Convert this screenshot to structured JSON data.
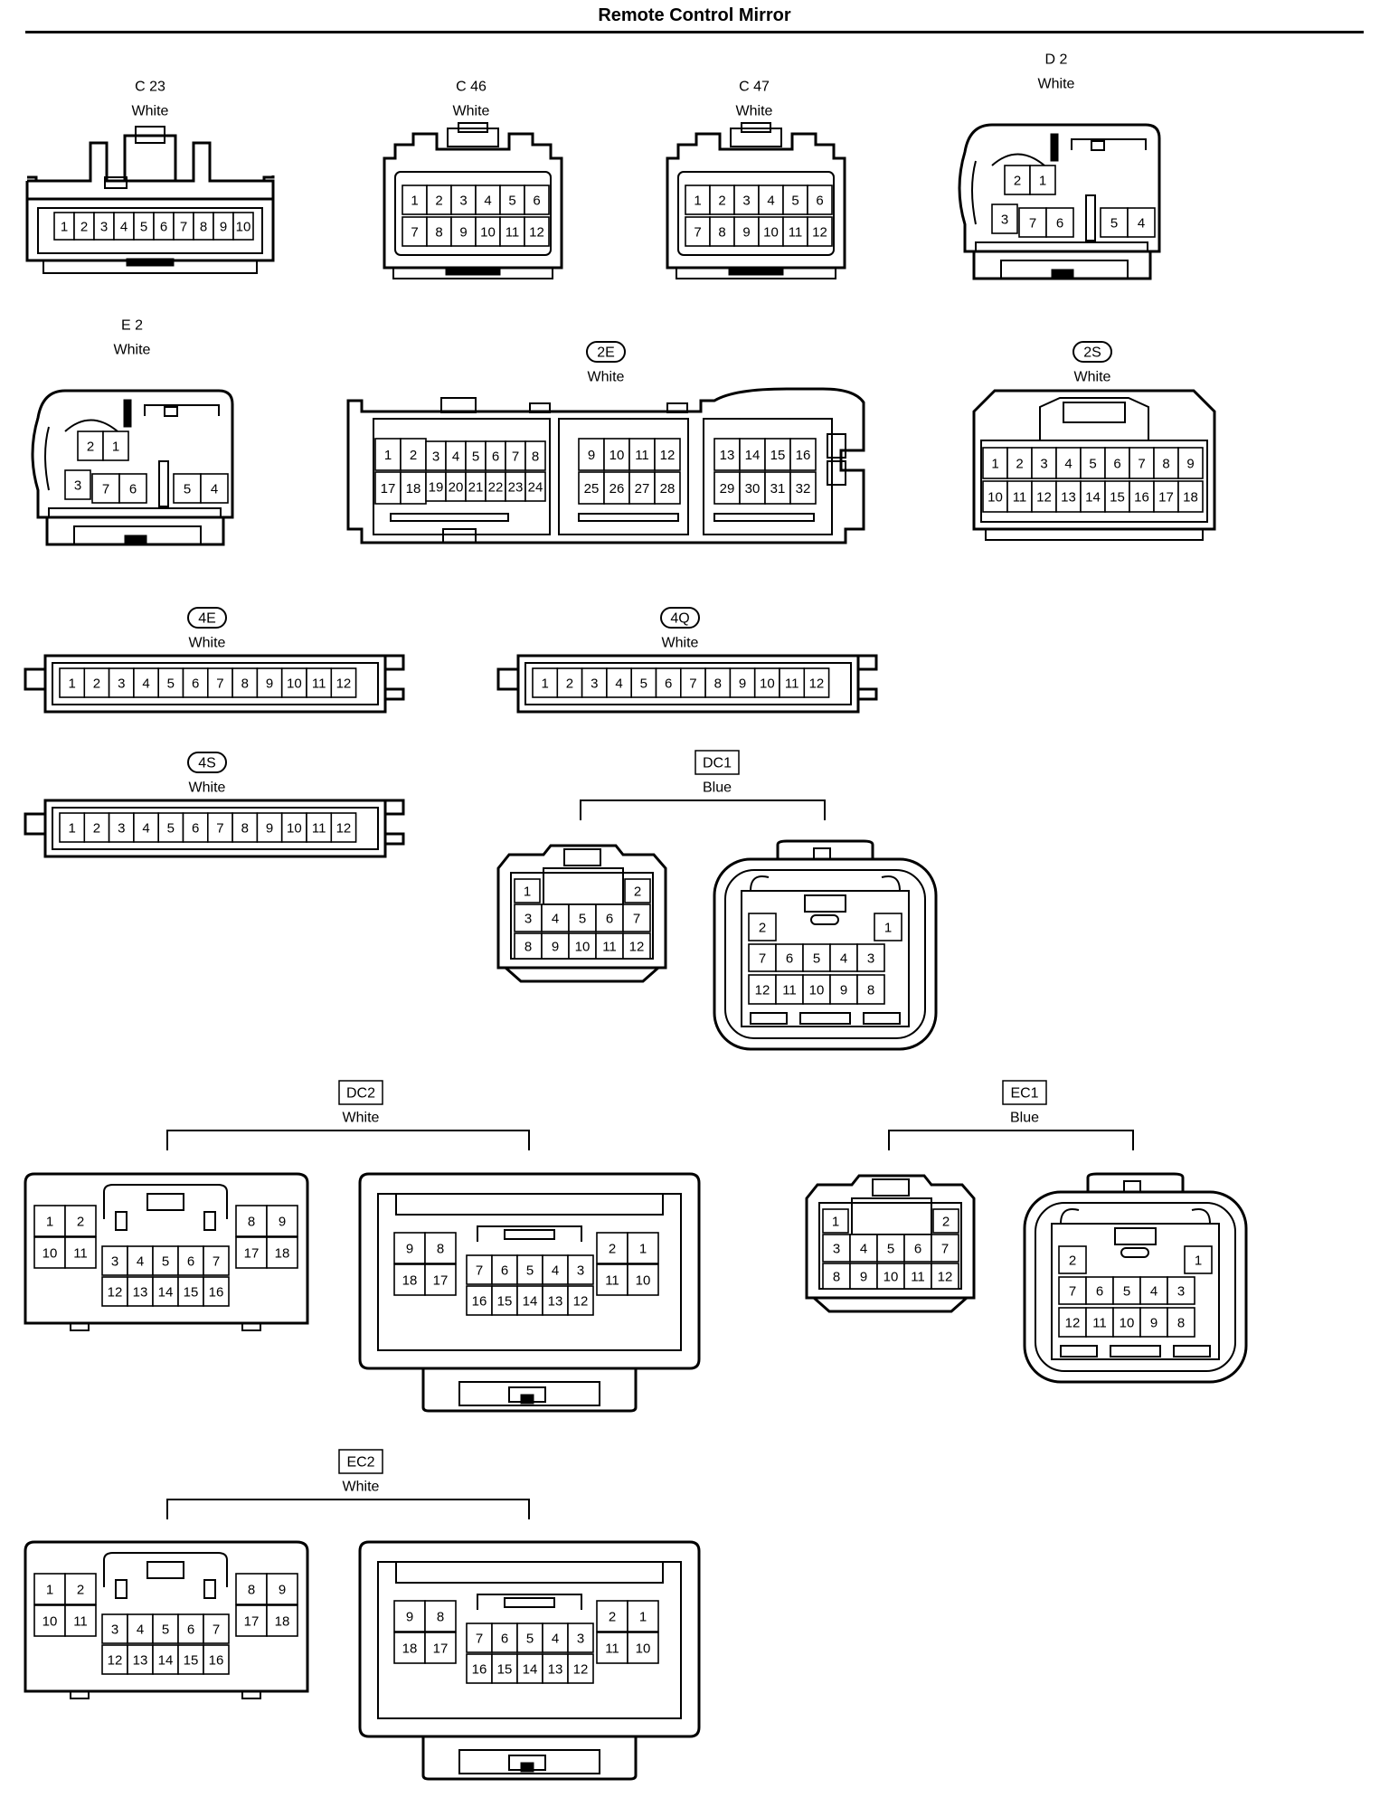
{
  "title": "Remote Control Mirror",
  "connectors": [
    {
      "id": "C 23",
      "color": "White",
      "boxed": false
    },
    {
      "id": "C 46",
      "color": "White",
      "boxed": false
    },
    {
      "id": "C 47",
      "color": "White",
      "boxed": false
    },
    {
      "id": "D 2",
      "color": "White",
      "boxed": false
    },
    {
      "id": "E 2",
      "color": "White",
      "boxed": false
    },
    {
      "id": "2E",
      "color": "White",
      "boxed": "oval"
    },
    {
      "id": "2S",
      "color": "White",
      "boxed": "oval"
    },
    {
      "id": "4E",
      "color": "White",
      "boxed": "oval"
    },
    {
      "id": "4Q",
      "color": "White",
      "boxed": "oval"
    },
    {
      "id": "4S",
      "color": "White",
      "boxed": "oval"
    },
    {
      "id": "DC1",
      "color": "Blue",
      "boxed": "rect"
    },
    {
      "id": "DC2",
      "color": "White",
      "boxed": "rect"
    },
    {
      "id": "EC1",
      "color": "Blue",
      "boxed": "rect"
    },
    {
      "id": "EC2",
      "color": "White",
      "boxed": "rect"
    }
  ]
}
